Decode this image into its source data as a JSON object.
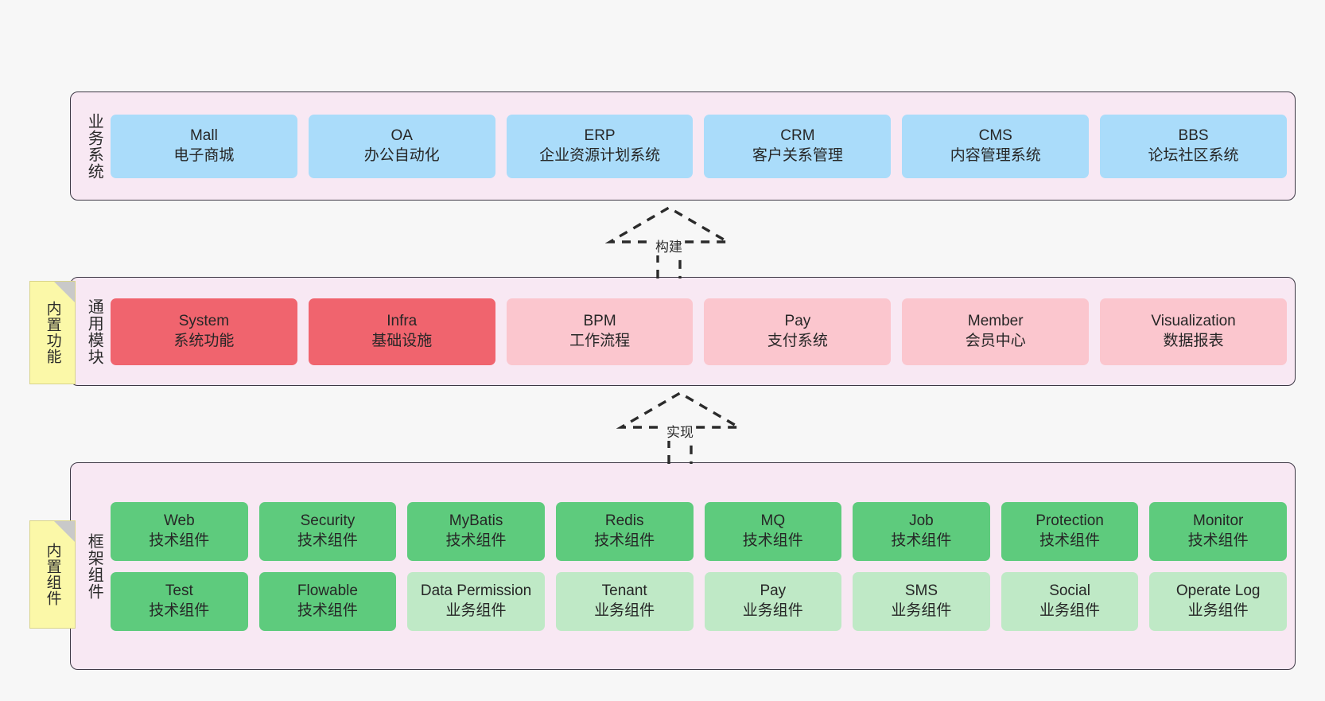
{
  "diagram": {
    "background_color": "#f7f7f7",
    "layer_fill": "#f8e8f3",
    "layer_border": "#3d3845"
  },
  "layers": [
    {
      "id": "business-systems",
      "title": "业务系统",
      "card_color": "#aadcfa",
      "rows": [
        [
          {
            "name": "Mall",
            "desc": "电子商城"
          },
          {
            "name": "OA",
            "desc": "办公自动化"
          },
          {
            "name": "ERP",
            "desc": "企业资源计划系统"
          },
          {
            "name": "CRM",
            "desc": "客户关系管理"
          },
          {
            "name": "CMS",
            "desc": "内容管理系统"
          },
          {
            "name": "BBS",
            "desc": "论坛社区系统"
          }
        ]
      ]
    },
    {
      "id": "common-modules",
      "title": "通用模块",
      "card_color_primary": "#f0646e",
      "card_color_secondary": "#fbc6ce",
      "rows": [
        [
          {
            "name": "System",
            "desc": "系统功能",
            "style": "redA"
          },
          {
            "name": "Infra",
            "desc": "基础设施",
            "style": "redA"
          },
          {
            "name": "BPM",
            "desc": "工作流程",
            "style": "redB"
          },
          {
            "name": "Pay",
            "desc": "支付系统",
            "style": "redB"
          },
          {
            "name": "Member",
            "desc": "会员中心",
            "style": "redB"
          },
          {
            "name": "Visualization",
            "desc": "数据报表",
            "style": "redB"
          }
        ]
      ]
    },
    {
      "id": "framework-components",
      "title": "框架组件",
      "card_color_primary": "#5ecb7d",
      "card_color_secondary": "#bfe9c6",
      "rows": [
        [
          {
            "name": "Web",
            "desc": "技术组件",
            "style": "grnA"
          },
          {
            "name": "Security",
            "desc": "技术组件",
            "style": "grnA"
          },
          {
            "name": "MyBatis",
            "desc": "技术组件",
            "style": "grnA"
          },
          {
            "name": "Redis",
            "desc": "技术组件",
            "style": "grnA"
          },
          {
            "name": "MQ",
            "desc": "技术组件",
            "style": "grnA"
          },
          {
            "name": "Job",
            "desc": "技术组件",
            "style": "grnA"
          },
          {
            "name": "Protection",
            "desc": "技术组件",
            "style": "grnA"
          },
          {
            "name": "Monitor",
            "desc": "技术组件",
            "style": "grnA"
          }
        ],
        [
          {
            "name": "Test",
            "desc": "技术组件",
            "style": "grnA"
          },
          {
            "name": "Flowable",
            "desc": "技术组件",
            "style": "grnA"
          },
          {
            "name": "Data Permission",
            "desc": "业务组件",
            "style": "grnB"
          },
          {
            "name": "Tenant",
            "desc": "业务组件",
            "style": "grnB"
          },
          {
            "name": "Pay",
            "desc": "业务组件",
            "style": "grnB"
          },
          {
            "name": "SMS",
            "desc": "业务组件",
            "style": "grnB"
          },
          {
            "name": "Social",
            "desc": "业务组件",
            "style": "grnB"
          },
          {
            "name": "Operate Log",
            "desc": "业务组件",
            "style": "grnB"
          }
        ]
      ]
    }
  ],
  "notes": [
    {
      "id": "builtin-features",
      "text": "内置功能"
    },
    {
      "id": "builtin-components",
      "text": "内置组件"
    }
  ],
  "arrows": [
    {
      "id": "build-arrow",
      "label": "构建"
    },
    {
      "id": "implement-arrow",
      "label": "实现"
    }
  ]
}
